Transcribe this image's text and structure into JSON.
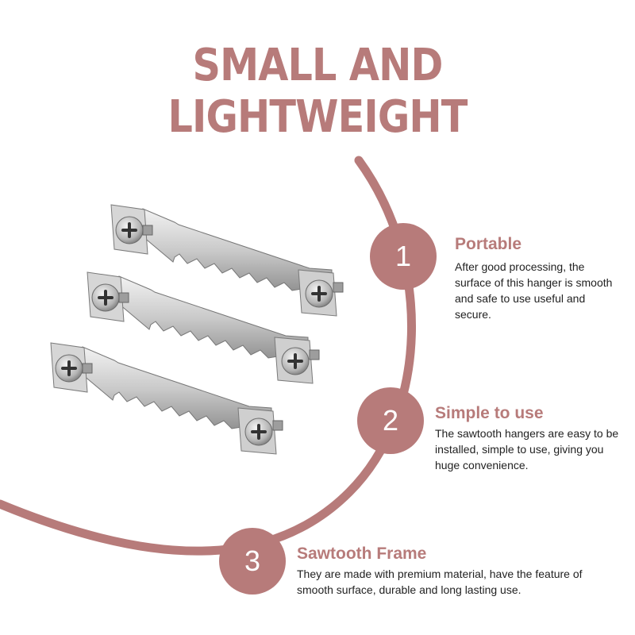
{
  "title": "SMALL AND LIGHTWEIGHT",
  "accent_color": "#b77b7a",
  "product": "sawtooth-hanger-image",
  "features": [
    {
      "number": "1",
      "title": "Portable",
      "description": "After good processing, the surface of this hanger is smooth and safe to use useful and secure."
    },
    {
      "number": "2",
      "title": "Simple to use",
      "description": "The sawtooth hangers are easy to be installed, simple to use, giving you huge convenience."
    },
    {
      "number": "3",
      "title": "Sawtooth Frame",
      "description": "They are made with premium material, have the feature of smooth surface, durable and long lasting use."
    }
  ]
}
